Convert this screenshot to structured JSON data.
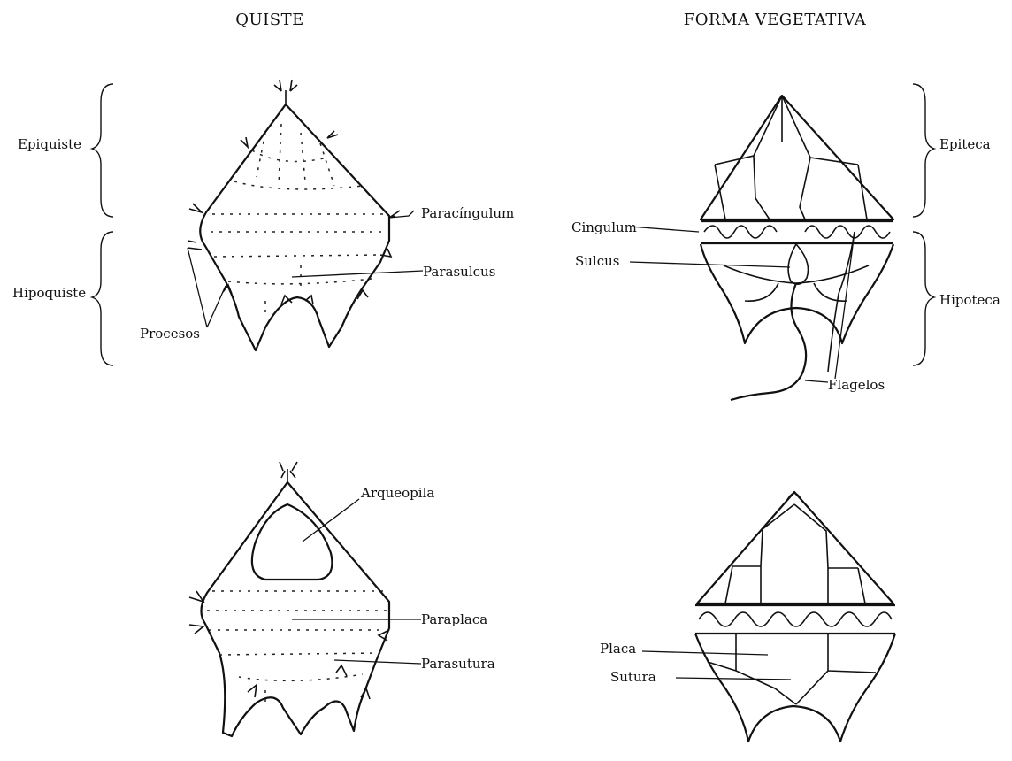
{
  "titles": {
    "left": "QUISTE",
    "right": "FORMA VEGETATIVA"
  },
  "labels": {
    "epiquiste": "Epiquiste",
    "hipoquiste": "Hipoquiste",
    "paracingulum": "Paracíngulum",
    "parasulcus": "Parasulcus",
    "procesos": "Procesos",
    "arqueopila": "Arqueopila",
    "paraplaca": "Paraplaca",
    "parasutura": "Parasutura",
    "cingulum": "Cingulum",
    "sulcus": "Sulcus",
    "flagelos": "Flagelos",
    "epiteca": "Epiteca",
    "hipoteca": "Hipoteca",
    "placa": "Placa",
    "sutura": "Sutura"
  }
}
